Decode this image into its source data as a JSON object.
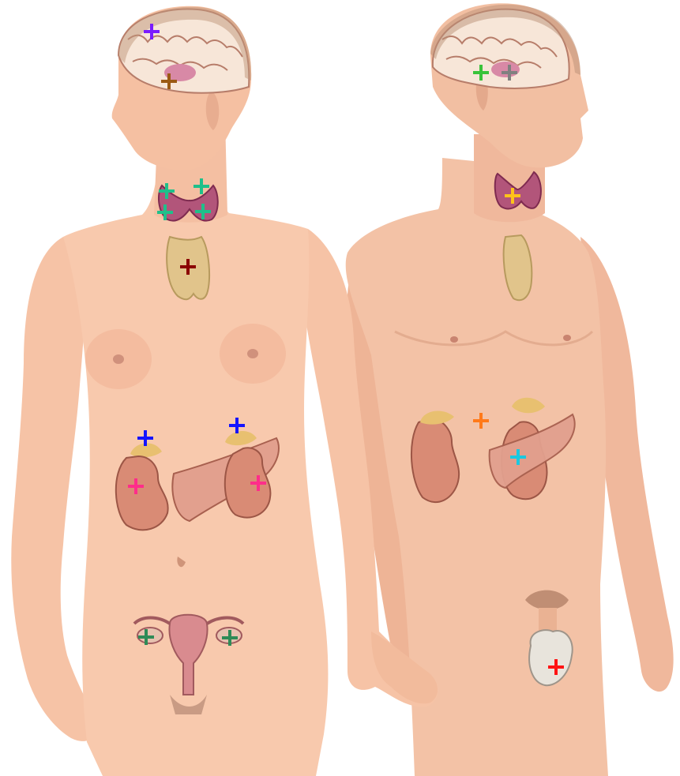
{
  "image": {
    "subject": "female-and-male-endocrine-system",
    "figures": [
      "female-figure",
      "male-figure"
    ]
  },
  "markers": [
    {
      "id": "female-brain",
      "color": "#7a1cff"
    },
    {
      "id": "female-pituitary",
      "color": "#9b5a14"
    },
    {
      "id": "female-parathyroid-upper-left",
      "color": "#1fc08a"
    },
    {
      "id": "female-parathyroid-upper-right",
      "color": "#1fc08a"
    },
    {
      "id": "female-parathyroid-lower-left",
      "color": "#1fc08a"
    },
    {
      "id": "female-parathyroid-lower-right",
      "color": "#1fc08a"
    },
    {
      "id": "female-thymus",
      "color": "#8b0000"
    },
    {
      "id": "female-adrenal-left",
      "color": "#1414ff"
    },
    {
      "id": "female-adrenal-right",
      "color": "#1414ff"
    },
    {
      "id": "female-kidney-left",
      "color": "#ff2d8a"
    },
    {
      "id": "female-kidney-right",
      "color": "#ff2d8a"
    },
    {
      "id": "female-ovary-left",
      "color": "#2e8b57"
    },
    {
      "id": "female-ovary-right",
      "color": "#2e8b57"
    },
    {
      "id": "male-hypothalamus",
      "color": "#39c339"
    },
    {
      "id": "male-pituitary",
      "color": "#808080"
    },
    {
      "id": "male-thyroid",
      "color": "#ffc21a"
    },
    {
      "id": "male-abdomen",
      "color": "#ff7a1a"
    },
    {
      "id": "male-pancreas",
      "color": "#1ac8e0"
    },
    {
      "id": "male-testis",
      "color": "#ff1414"
    }
  ]
}
